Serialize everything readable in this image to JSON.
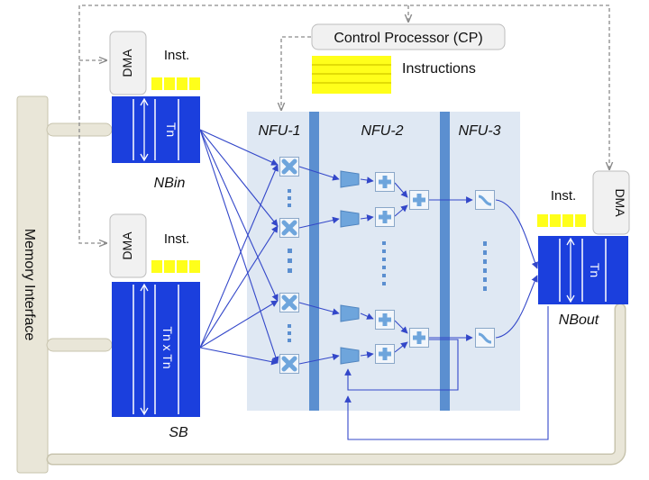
{
  "memory_interface": {
    "label": "Memory Interface"
  },
  "control_processor": {
    "label": "Control Processor (CP)",
    "instructions_label": "Instructions"
  },
  "nbin": {
    "dma_label": "DMA",
    "inst_label": "Inst.",
    "buffer_text": "Tn",
    "name": "NBin"
  },
  "sb": {
    "dma_label": "DMA",
    "inst_label": "Inst.",
    "buffer_text": "Tn x Tn",
    "name": "SB"
  },
  "nbout": {
    "dma_label": "DMA",
    "inst_label": "Inst.",
    "buffer_text": "Tn",
    "name": "NBout"
  },
  "nfu": {
    "stage1": "NFU-1",
    "stage2": "NFU-2",
    "stage3": "NFU-3"
  },
  "colors": {
    "buffer_blue": "#1b3fdd",
    "nfu_panel": "#dfe8f3",
    "divider": "#5b8fd0",
    "unit_fill": "#6ea5dc",
    "inst_yellow": "#ffff1a",
    "rail_fill": "#e9e6d8",
    "rail_stroke": "#c8c4ae",
    "wire": "#3347c9"
  },
  "icons": [
    "multiplier-icon",
    "adder-icon",
    "sigmoid-icon",
    "trapezoid-shifter-icon"
  ]
}
